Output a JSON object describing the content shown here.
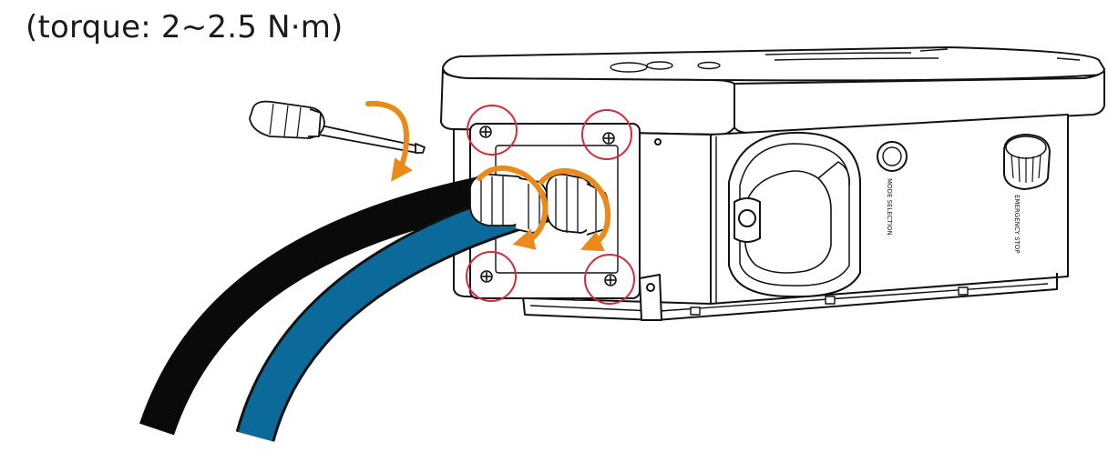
{
  "caption": "(torque: 2~2.5 N·m)",
  "device": {
    "button_label_1": "MODE SELECTION",
    "button_label_2": "EMERGENCY STOP"
  },
  "colors": {
    "black_cable": "#0a0a0a",
    "blue_cable": "#0b6a9a",
    "arrow": "#e98a1a",
    "highlight_circle": "#d42a3a",
    "outline": "#111111"
  }
}
